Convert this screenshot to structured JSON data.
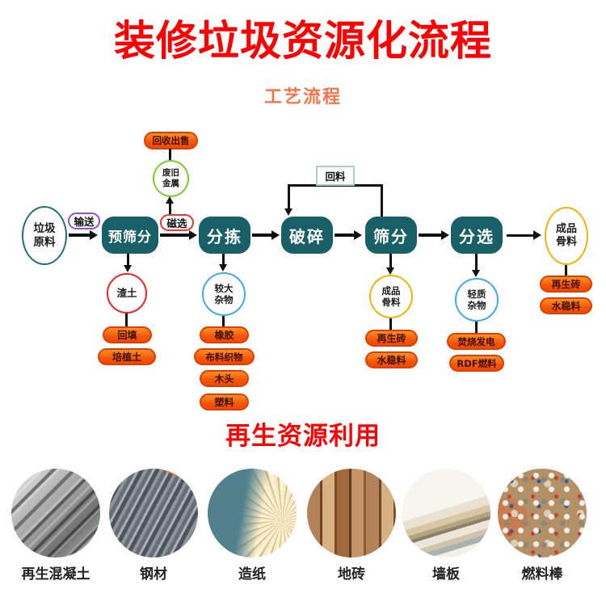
{
  "header": {
    "title": "装修垃圾资源化流程",
    "subtitle": "工艺流程"
  },
  "flow": {
    "start": {
      "line1": "垃圾",
      "line2": "原料"
    },
    "transport_label": "输送",
    "magnetic_label": "磁选",
    "scrap_metal": {
      "line1": "废旧",
      "line2": "金属"
    },
    "recycle_sell": "回收出售",
    "steps": [
      {
        "label": "预筛分"
      },
      {
        "label": "分拣"
      },
      {
        "label": "破碎"
      },
      {
        "label": "筛分"
      },
      {
        "label": "分选"
      }
    ],
    "return_label": "回料",
    "final_aggregate": {
      "line1": "成品",
      "line2": "骨料"
    },
    "final_products": [
      "再生砖",
      "水稳料"
    ],
    "slag_branch": {
      "circle": "渣土",
      "products": [
        "回填",
        "培植土"
      ]
    },
    "debris_branch": {
      "circle": {
        "line1": "较大",
        "line2": "杂物"
      },
      "products": [
        "橡胶",
        "布料织物",
        "木头",
        "塑料"
      ]
    },
    "aggregate_branch": {
      "circle": {
        "line1": "成品",
        "line2": "骨料"
      },
      "products": [
        "再生砖",
        "水稳料"
      ]
    },
    "light_branch": {
      "circle": {
        "line1": "轻质",
        "line2": "杂物"
      },
      "products": [
        "焚烧发电",
        "RDF燃料"
      ]
    }
  },
  "recycle_section": {
    "title": "再生资源利用",
    "items": [
      {
        "label": "再生混凝土",
        "image": "recycled-concrete"
      },
      {
        "label": "钢材",
        "image": "steel-rebar"
      },
      {
        "label": "造纸",
        "image": "papermaking"
      },
      {
        "label": "地砖",
        "image": "floor-tile"
      },
      {
        "label": "墙板",
        "image": "wall-panel"
      },
      {
        "label": "燃料棒",
        "image": "fuel-rods"
      }
    ]
  },
  "colors": {
    "title_red": "#fe0000",
    "subtitle_orange": "#f7744a",
    "process_teal": "#195f68",
    "pill_orange": "#f4560a",
    "pill_border": "#e23d00",
    "transport_border_purple": "#9a4fd0",
    "magnetic_border_red": "#f03333",
    "scrap_metal_border_green": "#78d02c",
    "slag_border_red": "#ee2222",
    "debris_border_blue": "#41aae8",
    "aggregate_border_yellow": "#f6b203",
    "start_border_teal": "#256e79",
    "return_border_teal": "#aacdd2"
  }
}
